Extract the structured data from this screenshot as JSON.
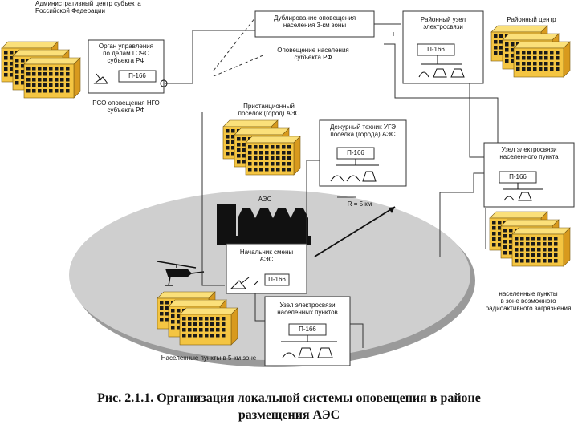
{
  "labels": {
    "admin_center": [
      "Административный центр субъекта",
      "Российской Федерации"
    ],
    "dub_3km": [
      "Дублирование оповещения",
      "населения 3-км зоны"
    ],
    "subject_alert": [
      "Оповещение населения",
      "субъекта РФ"
    ],
    "district_node": [
      "Районный узел",
      "электросвязи"
    ],
    "district_center": "Районный центр",
    "gochs_org": [
      "Орган управления",
      "по делам ГОЧС",
      "субъекта РФ"
    ],
    "rso_ngo": [
      "РСО оповещения НГО",
      "субъекта РФ"
    ],
    "station_town": [
      "Пристанционный",
      "поселок (город) АЭС"
    ],
    "duty_tech": [
      "Дежурный техник УГЭ",
      "поселка (города) АЭС"
    ],
    "village_node": [
      "Узел электросвязи",
      "населенного пункта"
    ],
    "aes": "АЭС",
    "radius": "R = 5 км",
    "aes_shift": [
      "Начальник смены",
      "АЭС"
    ],
    "node_5km": [
      "Узел электросвязи",
      "населенных пунктов"
    ],
    "zone_villages": [
      "населенные пункты",
      "в зоне возможного",
      "радиоактивного загрязнения"
    ],
    "villages_5km": "Населенные пункты в 5-км зоне"
  },
  "devices": {
    "p166": "П-166",
    "p166_b": "П-166"
  },
  "caption": [
    "Рис. 2.1.1. Организация локальной системы оповещения в районе",
    "размещения АЭС"
  ],
  "colors": {
    "building_front": "#f4c542",
    "building_side": "#d89a1e",
    "building_top": "#fbe07a",
    "window": "#1a1a1a",
    "zone": "#c8c8c8",
    "zone_edge": "#a8a8a8"
  }
}
